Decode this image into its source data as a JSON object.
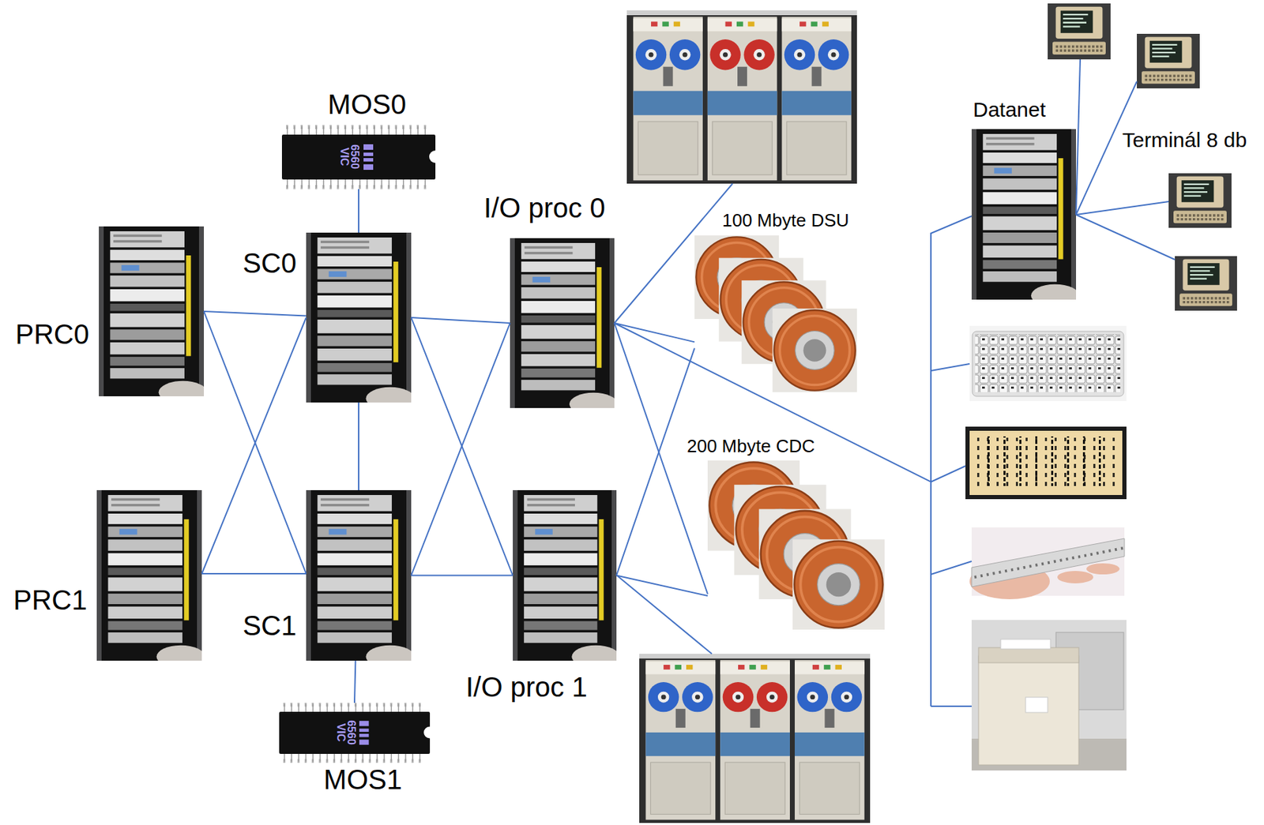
{
  "diagram": {
    "nodes": [
      {
        "text": [
          "PRC0"
        ]
      },
      {
        "text": [
          "PRC1"
        ]
      },
      {
        "text": [
          "SC0"
        ]
      },
      {
        "text": [
          "SC1"
        ]
      },
      {
        "text": [
          "MOS0"
        ]
      },
      {
        "text": [
          "MOS1"
        ]
      },
      {
        "text": [
          "I/O proc 0"
        ]
      },
      {
        "text": [
          "I/O proc 1"
        ]
      },
      {
        "text": [
          "100 Mbyte DSU"
        ]
      },
      {
        "text": [
          "200 Mbyte CDC"
        ]
      },
      {
        "text": [
          "Datanet"
        ]
      }
    ],
    "edges": [
      {
        "from": 0,
        "to": 2,
        "arrow": "none"
      },
      {
        "from": 0,
        "to": 3,
        "arrow": "none"
      },
      {
        "from": 1,
        "to": 2,
        "arrow": "none"
      },
      {
        "from": 1,
        "to": 3,
        "arrow": "none"
      },
      {
        "from": 4,
        "to": 2,
        "arrow": "none"
      },
      {
        "from": 2,
        "to": 3,
        "arrow": "none"
      },
      {
        "from": 3,
        "to": 5,
        "arrow": "none"
      },
      {
        "from": 2,
        "to": 6,
        "arrow": "none"
      },
      {
        "from": 2,
        "to": 7,
        "arrow": "none"
      },
      {
        "from": 3,
        "to": 6,
        "arrow": "none"
      },
      {
        "from": 3,
        "to": 7,
        "arrow": "none"
      },
      {
        "from": 6,
        "to": 8,
        "arrow": "none"
      },
      {
        "from": 6,
        "to": 9,
        "arrow": "none"
      },
      {
        "from": 7,
        "to": 8,
        "arrow": "none"
      },
      {
        "from": 7,
        "to": 9,
        "arrow": "none"
      },
      {
        "from": 6,
        "to": 10,
        "arrow": "none"
      }
    ],
    "labels": [
      "Terminál 8 db",
      "6560",
      "VIC",
      "6560",
      "VIC"
    ]
  }
}
